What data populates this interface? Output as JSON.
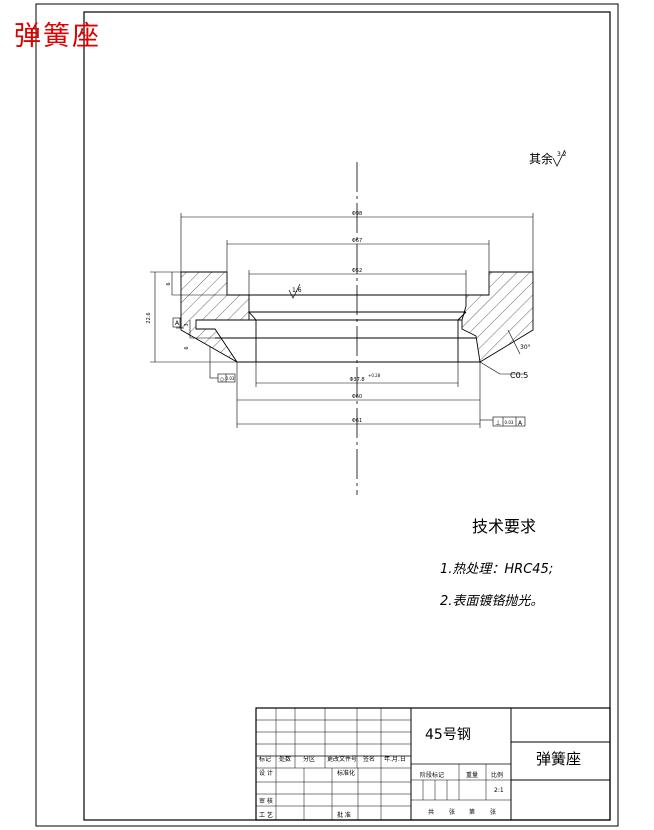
{
  "drawing_title": "弹簧座",
  "roughness_note": {
    "label": "其余",
    "value": "3.2"
  },
  "dimensions": {
    "overall_outer": "Φ98",
    "upper_bore": "Φ67",
    "inner_top": "Φ52",
    "bore_tol": "+0.28",
    "bore": "Φ37.8",
    "lower_step": "Φ60",
    "base": "Φ61",
    "height": "22.6",
    "h_top": "6",
    "h_mid": "3",
    "h_low": "6",
    "angle": "30°",
    "chamfer": "C0.5",
    "surface_roughness": "1.6"
  },
  "datum": {
    "label": "A"
  },
  "gdt": {
    "symbol": "⊥",
    "tolerance": "0.03",
    "datum": "A"
  },
  "gdt_flat": {
    "symbol": "◇",
    "tolerance": "0.03"
  },
  "technical_requirements": {
    "heading": "技术要求",
    "items": [
      "1.热处理：HRC45;",
      "2.表面镀铬抛光。"
    ]
  },
  "title_block": {
    "material": "45号钢",
    "part_name": "弹簧座",
    "header_row": [
      "标记",
      "处数",
      "分区",
      "更改文件号",
      "签名",
      "年.月.日"
    ],
    "row_design": [
      "设 计",
      "标准化"
    ],
    "row_review": [
      "审 核"
    ],
    "row_craft": [
      "工 艺",
      "批 准"
    ],
    "stage_labels": [
      "阶段标记",
      "重量",
      "比例"
    ],
    "scale": "2:1",
    "sheet_labels": [
      "共",
      "张",
      "第",
      "张"
    ]
  }
}
